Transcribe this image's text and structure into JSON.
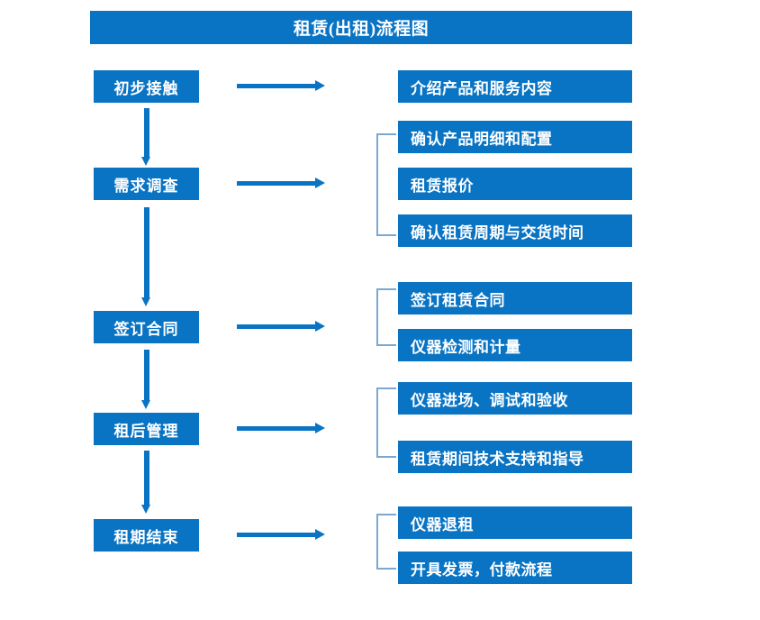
{
  "diagram": {
    "title": "租赁(出租)流程图",
    "accent_color": "#0a74c4",
    "bracket_color": "#7ba7d0",
    "text_color": "#ffffff",
    "background_color": "#ffffff"
  },
  "stages": [
    {
      "label": "初步接触"
    },
    {
      "label": "需求调查"
    },
    {
      "label": "签订合同"
    },
    {
      "label": "租后管理"
    },
    {
      "label": "租期结束"
    }
  ],
  "tasks": [
    {
      "label": "介绍产品和服务内容"
    },
    {
      "label": "确认产品明细和配置"
    },
    {
      "label": "租赁报价"
    },
    {
      "label": "确认租赁周期与交货时间"
    },
    {
      "label": "签订租赁合同"
    },
    {
      "label": "仪器检测和计量"
    },
    {
      "label": "仪器进场、调试和验收"
    },
    {
      "label": "租赁期间技术支持和指导"
    },
    {
      "label": "仪器退租"
    },
    {
      "label": "开具发票，付款流程"
    }
  ],
  "groups": [
    {
      "stage": "需求调查",
      "tasks": [
        "确认产品明细和配置",
        "租赁报价",
        "确认租赁周期与交货时间"
      ]
    },
    {
      "stage": "签订合同",
      "tasks": [
        "签订租赁合同",
        "仪器检测和计量"
      ]
    },
    {
      "stage": "租后管理",
      "tasks": [
        "仪器进场、调试和验收",
        "租赁期间技术支持和指导"
      ]
    },
    {
      "stage": "租期结束",
      "tasks": [
        "仪器退租",
        "开具发票，付款流程"
      ]
    }
  ]
}
